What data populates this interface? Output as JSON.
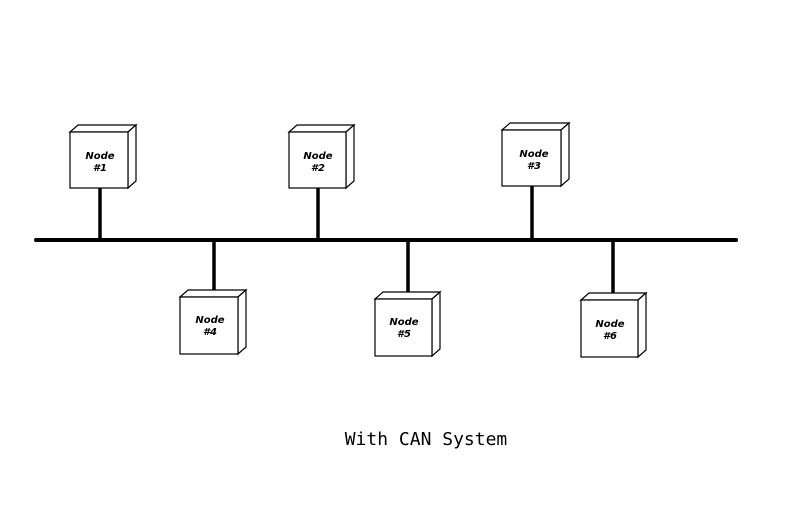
{
  "diagram": {
    "caption": "With CAN System",
    "colors": {
      "line": "#000000",
      "fill": "#ffffff"
    },
    "nodes": [
      {
        "id": "node-1",
        "line1": "Node",
        "line2": "#1"
      },
      {
        "id": "node-2",
        "line1": "Node",
        "line2": "#2"
      },
      {
        "id": "node-3",
        "line1": "Node",
        "line2": "#3"
      },
      {
        "id": "node-4",
        "line1": "Node",
        "line2": "#4"
      },
      {
        "id": "node-5",
        "line1": "Node",
        "line2": "#5"
      },
      {
        "id": "node-6",
        "line1": "Node",
        "line2": "#6"
      }
    ]
  }
}
